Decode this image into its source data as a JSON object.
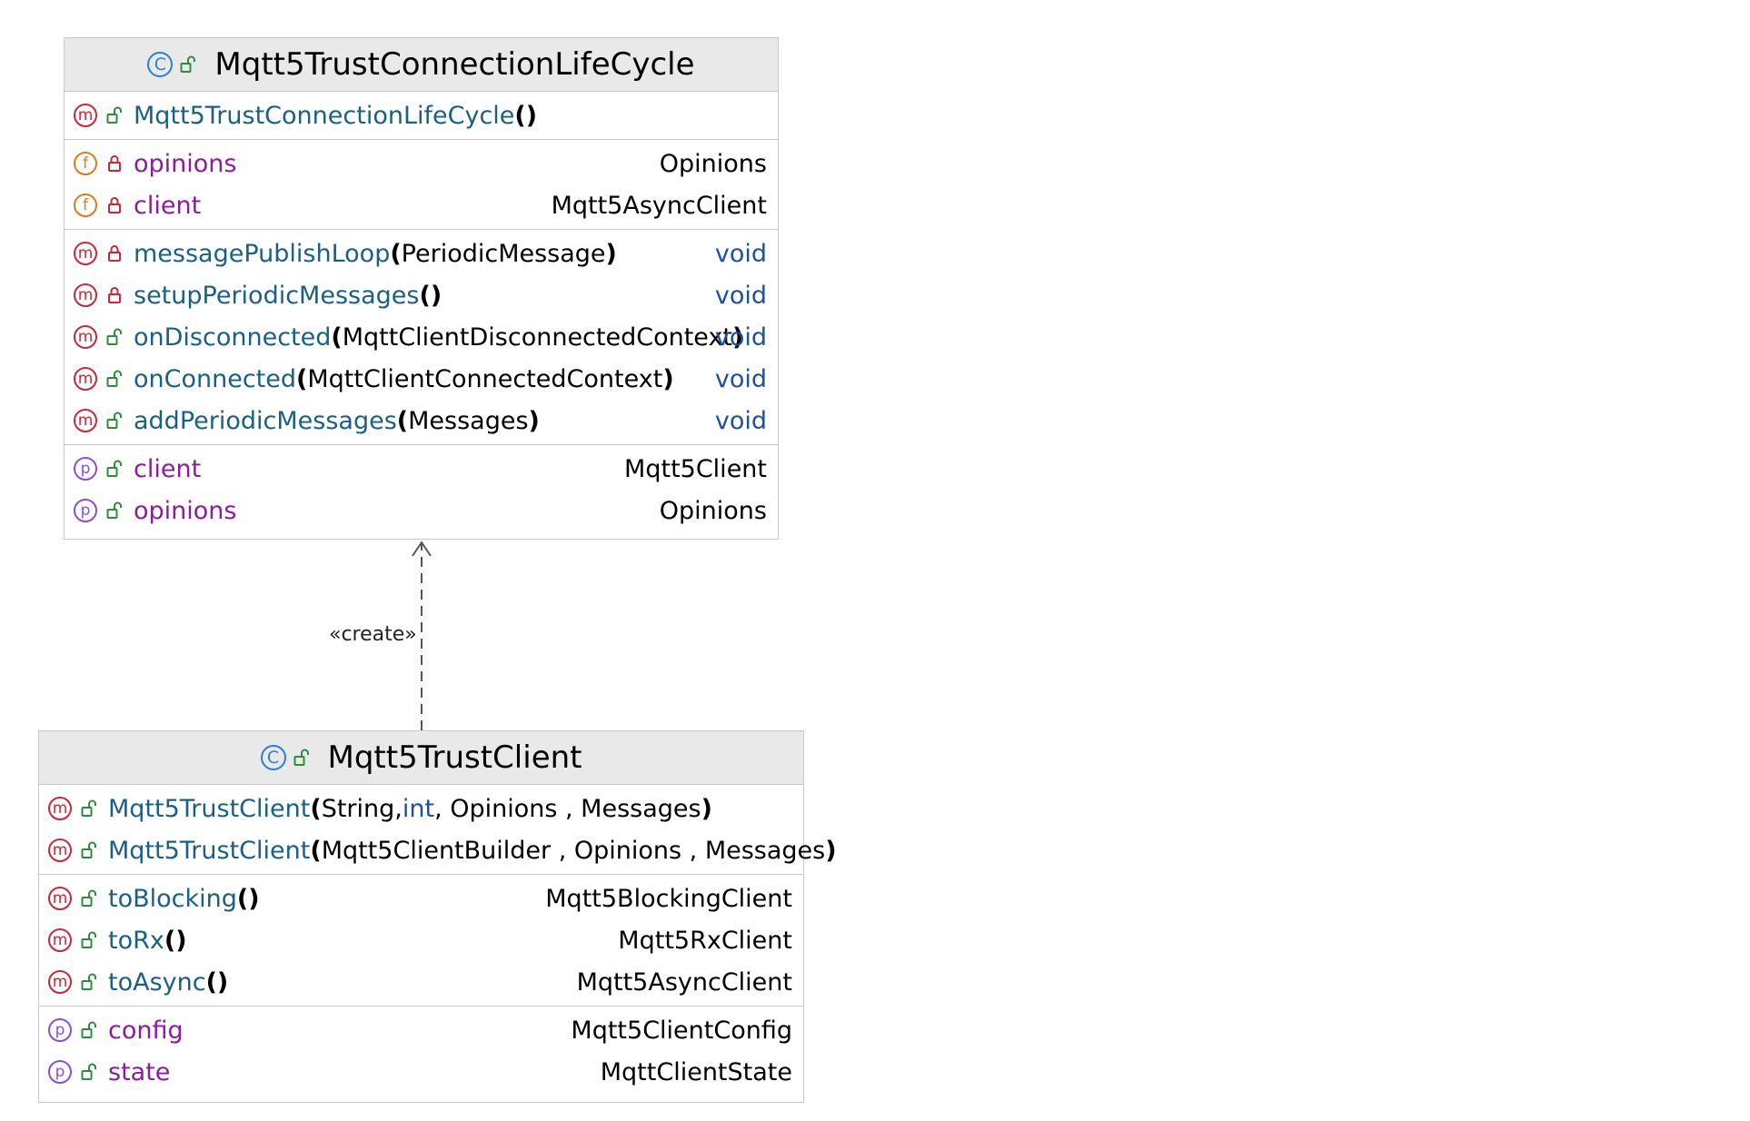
{
  "classes": [
    {
      "name": "Mqtt5TrustConnectionLifeCycle",
      "constructors": [
        {
          "name": "Mqtt5TrustConnectionLifeCycle",
          "open": "(",
          "params": "",
          "close": ")"
        }
      ],
      "fields": [
        {
          "name": "opinions",
          "type": "Opinions"
        },
        {
          "name": "client",
          "type": "Mqtt5AsyncClient"
        }
      ],
      "methods": [
        {
          "name": "messagePublishLoop",
          "open": "(",
          "params": "PeriodicMessage",
          "close": ")",
          "ret": "void"
        },
        {
          "name": "setupPeriodicMessages",
          "open": "(",
          "params": "",
          "close": ")",
          "ret": "void"
        },
        {
          "name": "onDisconnected",
          "open": "(",
          "params": "MqttClientDisconnectedContext",
          "close": ")",
          "ret": "void"
        },
        {
          "name": "onConnected",
          "open": " (",
          "params": "MqttClientConnectedContext ",
          "close": ")",
          "ret": "void"
        },
        {
          "name": "addPeriodicMessages",
          "open": "(",
          "params": "Messages",
          "close": ")",
          "ret": "void"
        }
      ],
      "properties": [
        {
          "name": "client",
          "type": "Mqtt5Client"
        },
        {
          "name": "opinions",
          "type": "Opinions"
        }
      ]
    },
    {
      "name": "Mqtt5TrustClient",
      "constructors": [
        {
          "name": "Mqtt5TrustClient",
          "open": "(",
          "p1": "String, ",
          "kw": "int",
          "p2": ", Opinions , Messages",
          "close": ")"
        },
        {
          "name": "Mqtt5TrustClient",
          "open": "(",
          "p1": "Mqtt5ClientBuilder , Opinions , Messages",
          "kw": "",
          "p2": "",
          "close": ")"
        }
      ],
      "methods": [
        {
          "name": "toBlocking",
          "open": "(",
          "close": ")",
          "ret": "Mqtt5BlockingClient"
        },
        {
          "name": "toRx",
          "open": "(",
          "close": ")",
          "ret": "Mqtt5RxClient"
        },
        {
          "name": "toAsync",
          "open": "(",
          "close": ")",
          "ret": "Mqtt5AsyncClient"
        }
      ],
      "properties": [
        {
          "name": "config",
          "type": "Mqtt5ClientConfig"
        },
        {
          "name": "state",
          "type": "MqttClientState"
        }
      ]
    }
  ],
  "relation": {
    "label": "«create»"
  },
  "badges": {
    "class": "C",
    "method": "m",
    "field": "f",
    "property": "p"
  },
  "icons": {
    "public": "unlocked-padlock-icon",
    "private": "locked-padlock-icon"
  },
  "colors": {
    "method_badge": "#c8283a",
    "field_badge": "#e07a1e",
    "property_badge": "#8a4fd6",
    "class_badge": "#2f7dd9",
    "public": "#2e8b3e",
    "private": "#c8283a"
  }
}
